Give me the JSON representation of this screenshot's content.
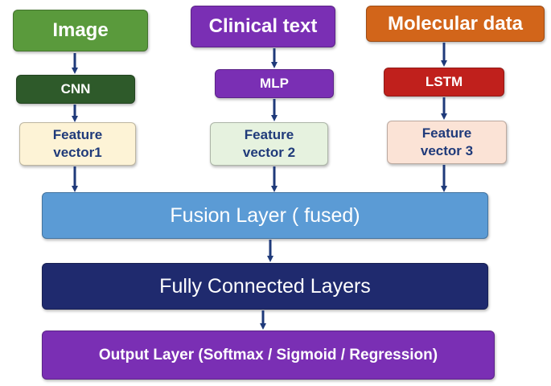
{
  "colors": {
    "image_source": "#5a9a3c",
    "clinical_source": "#7a2fb4",
    "molecular_source": "#d2651a",
    "cnn": "#2e5a2a",
    "mlp": "#7a2fb4",
    "lstm": "#c0201c",
    "feature1": "#fdf3d6",
    "feature2": "#e6f2df",
    "feature3": "#fbe3d6",
    "fusion": "#5b9bd5",
    "fully_connected": "#1f2a6e",
    "output": "#7a2fb4",
    "arrow": "#1f3a7a"
  },
  "branches": [
    {
      "source": "Image",
      "model": "CNN",
      "feature": [
        "Feature",
        "vector1"
      ]
    },
    {
      "source": "Clinical text",
      "model": "MLP",
      "feature": [
        "Feature",
        "vector 2"
      ]
    },
    {
      "source": "Molecular data",
      "model": "LSTM",
      "feature": [
        "Feature",
        "vector 3"
      ]
    }
  ],
  "fusion_layer": "Fusion Layer ( fused)",
  "fully_connected_layers": "Fully Connected Layers",
  "output_layer": "Output Layer (Softmax / Sigmoid / Regression)"
}
